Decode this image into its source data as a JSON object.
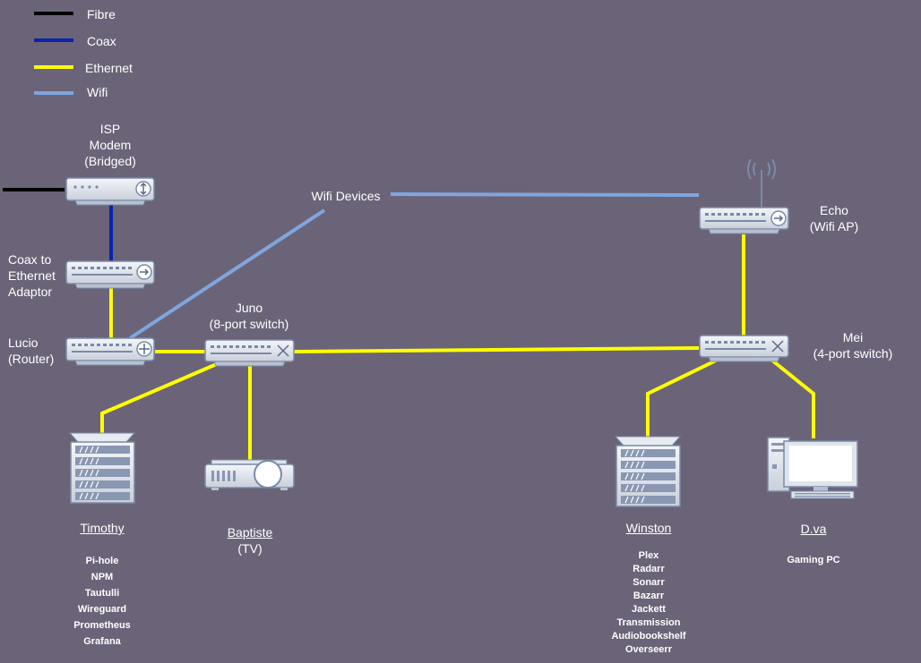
{
  "legend": [
    {
      "label": "Fibre",
      "color": "#000000"
    },
    {
      "label": "Coax",
      "color": "#0a23a8"
    },
    {
      "label": "Ethernet",
      "color": "#ffff00"
    },
    {
      "label": "Wifi",
      "color": "#7ea6e0"
    }
  ],
  "devices": {
    "modem": {
      "label": "ISP\nModem\n(Bridged)",
      "icon": "modem-icon"
    },
    "adaptor": {
      "label": "Coax to\nEthernet\nAdaptor",
      "icon": "adaptor-icon"
    },
    "router": {
      "label": "Lucio\n(Router)",
      "icon": "router-icon"
    },
    "switch8": {
      "label": "Juno\n(8-port switch)",
      "icon": "switch-icon"
    },
    "wifi_devices": {
      "label": "Wifi Devices"
    },
    "ap": {
      "label": "Echo\n(Wifi AP)",
      "icon": "wifi-ap-icon"
    },
    "switch4": {
      "label": "Mei\n(4-port switch)",
      "icon": "switch-icon"
    },
    "timothy": {
      "name": "Timothy",
      "icon": "server-icon",
      "services": [
        "Pi-hole",
        "NPM",
        "Tautulli",
        "Wireguard",
        "Prometheus",
        "Grafana"
      ]
    },
    "baptiste": {
      "name": "Baptiste",
      "sub": "(TV)",
      "icon": "projector-icon"
    },
    "winston": {
      "name": "Winston",
      "icon": "server-icon",
      "services": [
        "Plex",
        "Radarr",
        "Sonarr",
        "Bazarr",
        "Jackett",
        "Transmission",
        "Audiobookshelf",
        "Overseerr"
      ]
    },
    "dva": {
      "name": "D.va",
      "icon": "desktop-pc-icon",
      "services": [
        "Gaming PC"
      ]
    }
  }
}
